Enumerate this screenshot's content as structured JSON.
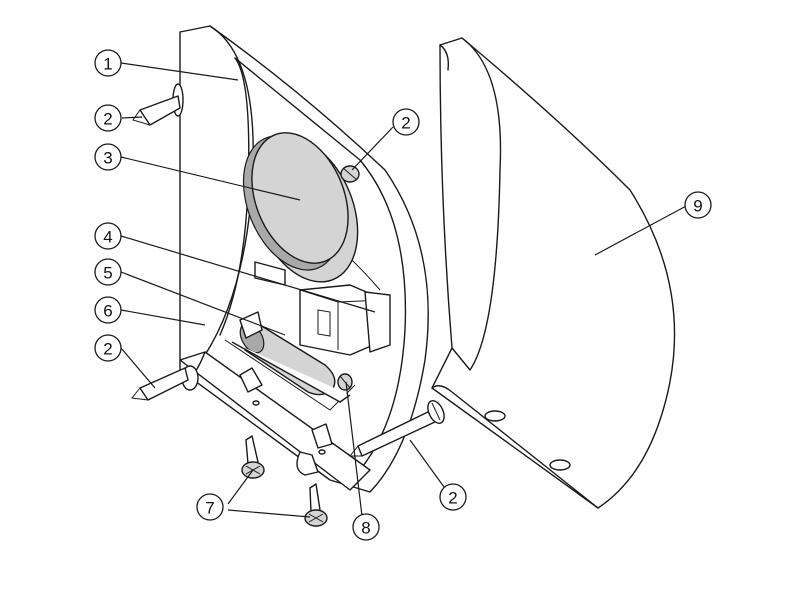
{
  "callouts": [
    {
      "id": "c1",
      "label": "1"
    },
    {
      "id": "c2a",
      "label": "2"
    },
    {
      "id": "c2b",
      "label": "2"
    },
    {
      "id": "c3",
      "label": "3"
    },
    {
      "id": "c4",
      "label": "4"
    },
    {
      "id": "c5",
      "label": "5"
    },
    {
      "id": "c6",
      "label": "6"
    },
    {
      "id": "c2c",
      "label": "2"
    },
    {
      "id": "c7",
      "label": "7"
    },
    {
      "id": "c8",
      "label": "8"
    },
    {
      "id": "c2d",
      "label": "2"
    },
    {
      "id": "c9",
      "label": "9"
    }
  ]
}
